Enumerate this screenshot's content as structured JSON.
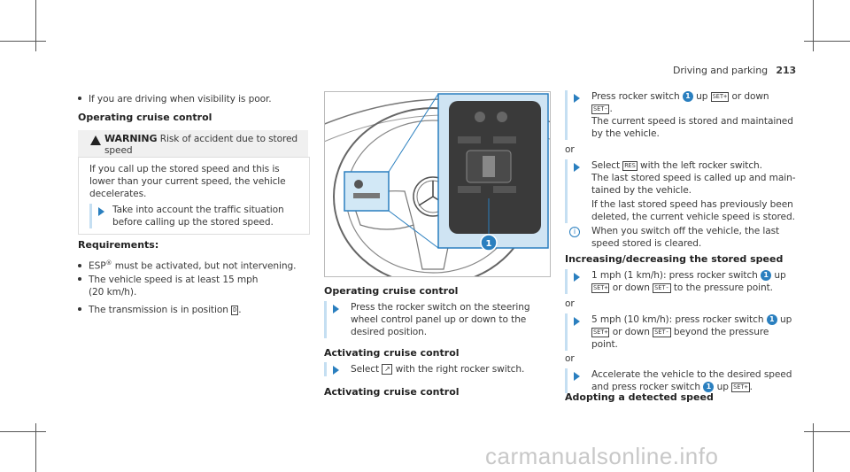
{
  "header": {
    "section": "Driving and parking",
    "page": "213"
  },
  "col1": {
    "bullet_visibility": "If you are driving when visibility is poor.",
    "heading_operating": "Operating cruise control",
    "warning_label": "WARNING",
    "warning_text_1": "Risk of accident due to stored",
    "warning_text_2": "speed",
    "info_1": "If you call up the stored speed and this is",
    "info_2": "lower than your current speed, the vehicle",
    "info_3": "decelerates.",
    "step_1": "Take into account the traffic situation",
    "step_2": "before calling up the stored speed.",
    "req_heading": "Requirements:",
    "req_1a": "ESP",
    "req_1sup": "®",
    "req_1b": " must be activated, but not intervening.",
    "req_2a": "The vehicle speed is at least 15 mph",
    "req_2b": "(20 km/h).",
    "req_3": "The transmission is in position",
    "req_3_key": "D",
    "req_3_end": "."
  },
  "col2": {
    "heading_operating": "Operating cruise control",
    "step_press_1": "Press the rocker switch on the steering",
    "step_press_2": "wheel control panel up or down to the",
    "step_press_3": "desired position.",
    "heading_activating": "Activating cruise control",
    "step_select_a": "Select",
    "step_select_b": "with the right rocker switch.",
    "heading_activating_2": "Activating cruise control",
    "callout": "1"
  },
  "col3": {
    "s1_a": "Press rocker switch",
    "s1_b": "up",
    "s1_c": "or down",
    "s1_d": ".",
    "s1_e": "The current speed is stored and maintained",
    "s1_f": "by the vehicle.",
    "or": "or",
    "s2_a": "Select",
    "s2_b": "with the left rocker switch.",
    "s2_c": "The last stored speed is called up and main-",
    "s2_d": "tained by the vehicle.",
    "s2_e": "If the last stored speed has previously been",
    "s2_f": "deleted, the current vehicle speed is stored.",
    "note_1": "When you switch off the vehicle, the last",
    "note_2": "speed stored is cleared.",
    "heading_inc": "Increasing/decreasing the stored speed",
    "s3_a": "1 mph (1 km/h): press rocker switch",
    "s3_b": "up",
    "s3_c": "or down",
    "s3_d": "to the pressure point.",
    "s4_a": "5 mph (10 km/h): press rocker switch",
    "s4_b": "up",
    "s4_c": "or down",
    "s4_d": "beyond the pressure",
    "s4_e": "point.",
    "s5_a": "Accelerate the vehicle to the desired speed",
    "s5_b": "and press rocker switch",
    "s5_c": "up",
    "s5_d": ".",
    "heading_adopt": "Adopting a detected speed",
    "num": "1",
    "key_set_plus": "SET+",
    "key_set_minus": "SET-",
    "key_res": "RES"
  },
  "footer": {
    "watermark": "carmanualsonline.info"
  }
}
